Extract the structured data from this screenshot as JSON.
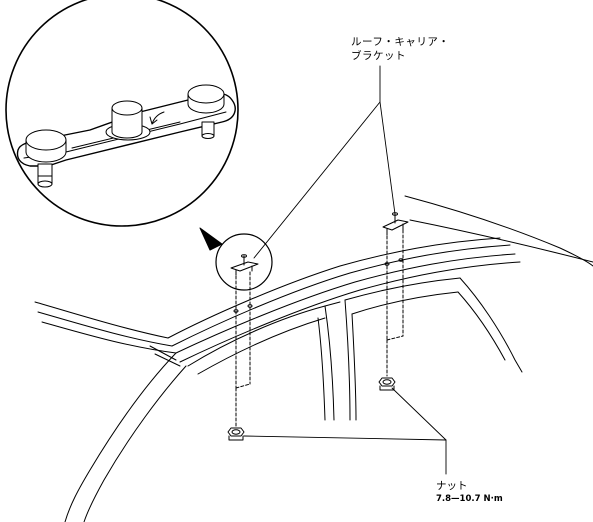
{
  "labels": {
    "bracket_line1": "ルーフ・キャリア・",
    "bracket_line2": "ブラケット",
    "nut": "ナット",
    "torque": "7.8—10.7 N·m"
  },
  "colors": {
    "line": "#000000",
    "background": "#ffffff",
    "detail_fill": "#e6e6e6",
    "shadow": "#000000"
  },
  "icons": {
    "pointer": "triangle-pointer-icon",
    "rotation": "rotation-arrow-icon"
  }
}
